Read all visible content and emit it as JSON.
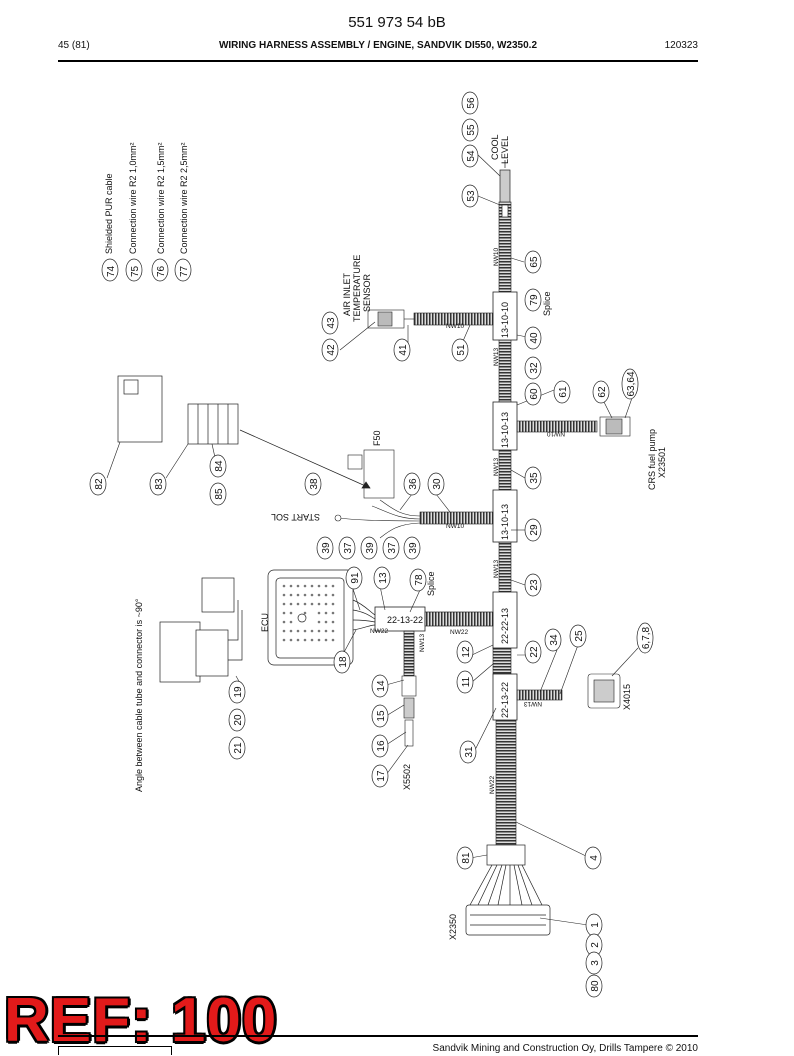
{
  "header": {
    "doc_number": "551 973 54 bB",
    "page": "45 (81)",
    "title": "WIRING HARNESS ASSEMBLY / ENGINE, SANDVIK DI550, W2350.2",
    "code": "120323"
  },
  "legend": [
    {
      "num": "74",
      "text": "Shielded PUR cable"
    },
    {
      "num": "75",
      "text": "Connection wire R2 1,0mm²"
    },
    {
      "num": "76",
      "text": "Connection wire R2 1,5mm²"
    },
    {
      "num": "77",
      "text": "Connection wire R2 2,5mm²"
    }
  ],
  "labels": {
    "angle_note": "Angle between cable tube and connector is ~90°",
    "ecu": "ECU",
    "air_inlet": [
      "AIR INLET",
      "TEMPERATURE",
      "SENSOR"
    ],
    "cool_level": [
      "COOL",
      "LEVEL"
    ],
    "crs_pump": [
      "CRS fuel pump",
      "X23501"
    ],
    "start_sol": "START SOL",
    "f50": "F50",
    "x5502": "X5502",
    "x4015": "X4015",
    "x2350": "X2350",
    "splice": "Splice"
  },
  "junctions": [
    "13-10-10",
    "13-10-13",
    "13-10-13",
    "22-22-13",
    "22-13-22",
    "22-13-22"
  ],
  "tube_labels": [
    "NW10",
    "NW13",
    "NW10",
    "NW13",
    "NW10",
    "NW13",
    "NW22",
    "NW13",
    "NW22",
    "NW22",
    "NW10",
    "NW13"
  ],
  "balloons": [
    "56",
    "55",
    "54",
    "53",
    "65",
    "79",
    "40",
    "32",
    "42",
    "43",
    "41",
    "51",
    "60",
    "61",
    "62",
    "63,64",
    "35",
    "30",
    "29",
    "38",
    "36",
    "39",
    "37",
    "39",
    "37",
    "39",
    "23",
    "91",
    "13",
    "78",
    "82",
    "83",
    "84",
    "85",
    "18",
    "12",
    "22",
    "34",
    "25",
    "6,7,8",
    "11",
    "14",
    "15",
    "16",
    "17",
    "31",
    "19",
    "20",
    "21",
    "4",
    "81",
    "1",
    "2",
    "3",
    "80"
  ],
  "ref_stamp": "REF: 100",
  "footer": {
    "text": "Sandvik Mining and Construction Oy, Drills Tampere © 2010"
  }
}
